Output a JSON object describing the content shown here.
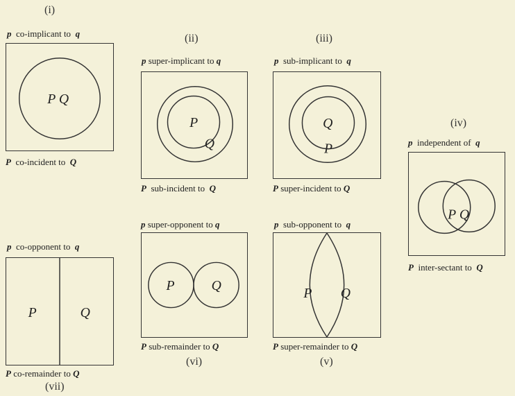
{
  "diagrams": [
    {
      "numeral": "(i)",
      "top_caption": {
        "pre": "p",
        "rel": "co-implicant to",
        "post": "q"
      },
      "bottom_caption": {
        "pre": "P",
        "rel": "co-incident to",
        "post": "Q"
      },
      "regions": [
        "P Q"
      ]
    },
    {
      "numeral": "(ii)",
      "top_caption": {
        "pre": "p",
        "rel": "super-implicant to",
        "post": "q"
      },
      "bottom_caption": {
        "pre": "P",
        "rel": "sub-incident to",
        "post": "Q"
      },
      "regions": [
        "P",
        "Q"
      ]
    },
    {
      "numeral": "(iii)",
      "top_caption": {
        "pre": "p",
        "rel": "sub-implicant to",
        "post": "q"
      },
      "bottom_caption": {
        "pre": "P",
        "rel": "super-incident to",
        "post": "Q"
      },
      "regions": [
        "Q",
        "P"
      ]
    },
    {
      "numeral": "(iv)",
      "top_caption": {
        "pre": "p",
        "rel": "independent of",
        "post": "q"
      },
      "bottom_caption": {
        "pre": "P",
        "rel": "inter-sectant to",
        "post": "Q"
      },
      "regions": [
        "P",
        "Q"
      ]
    },
    {
      "numeral": "(vii)",
      "top_caption": {
        "pre": "p",
        "rel": "co-opponent to",
        "post": "q"
      },
      "bottom_caption": {
        "pre": "P",
        "rel": "co-remainder to",
        "post": "Q"
      },
      "regions": [
        "P",
        "Q"
      ]
    },
    {
      "numeral": "(vi)",
      "top_caption": {
        "pre": "p",
        "rel": "super-opponent to",
        "post": "q"
      },
      "bottom_caption": {
        "pre": "P",
        "rel": "sub-remainder to",
        "post": "Q"
      },
      "regions": [
        "P",
        "Q"
      ]
    },
    {
      "numeral": "(v)",
      "top_caption": {
        "pre": "p",
        "rel": "sub-opponent to",
        "post": "q"
      },
      "bottom_caption": {
        "pre": "P",
        "rel": "super-remainder to",
        "post": "Q"
      },
      "regions": [
        "P",
        "Q"
      ]
    }
  ]
}
